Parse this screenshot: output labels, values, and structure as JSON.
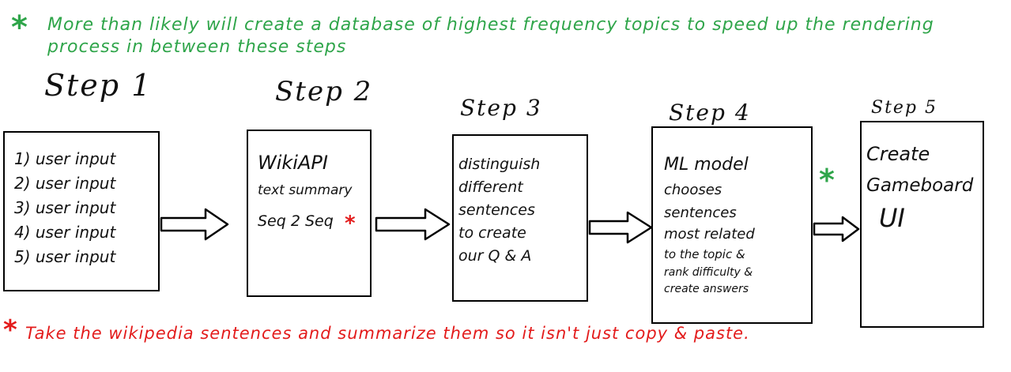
{
  "top_note": {
    "star": "*",
    "text": "More than likely will create a database of highest frequency topics to speed up the rendering process in between these steps"
  },
  "steps": [
    {
      "label": "Step 1",
      "lines": [
        "1) user input",
        "2) user input",
        "3) user input",
        "4) user input",
        "5) user input"
      ]
    },
    {
      "label": "Step 2",
      "lines": [
        "WikiAPI",
        "text summary",
        "Seq 2 Seq"
      ],
      "star": "*"
    },
    {
      "label": "Step 3",
      "lines": [
        "distinguish",
        "different",
        "sentences",
        "to create",
        "our Q & A"
      ]
    },
    {
      "label": "Step 4",
      "lines": [
        "ML model",
        "chooses",
        "sentences",
        "most related",
        "to the topic &",
        "rank difficulty &",
        "create answers"
      ]
    },
    {
      "label": "Step 5",
      "lines": [
        "Create",
        "Gameboard",
        "UI"
      ],
      "star": "*"
    }
  ],
  "bottom_note": {
    "star": "*",
    "text": "Take the wikipedia sentences and summarize them so it isn't just copy & paste."
  },
  "colors": {
    "green_note": "#2fa54a",
    "red_note": "#e31b1b",
    "ink": "#111111"
  }
}
